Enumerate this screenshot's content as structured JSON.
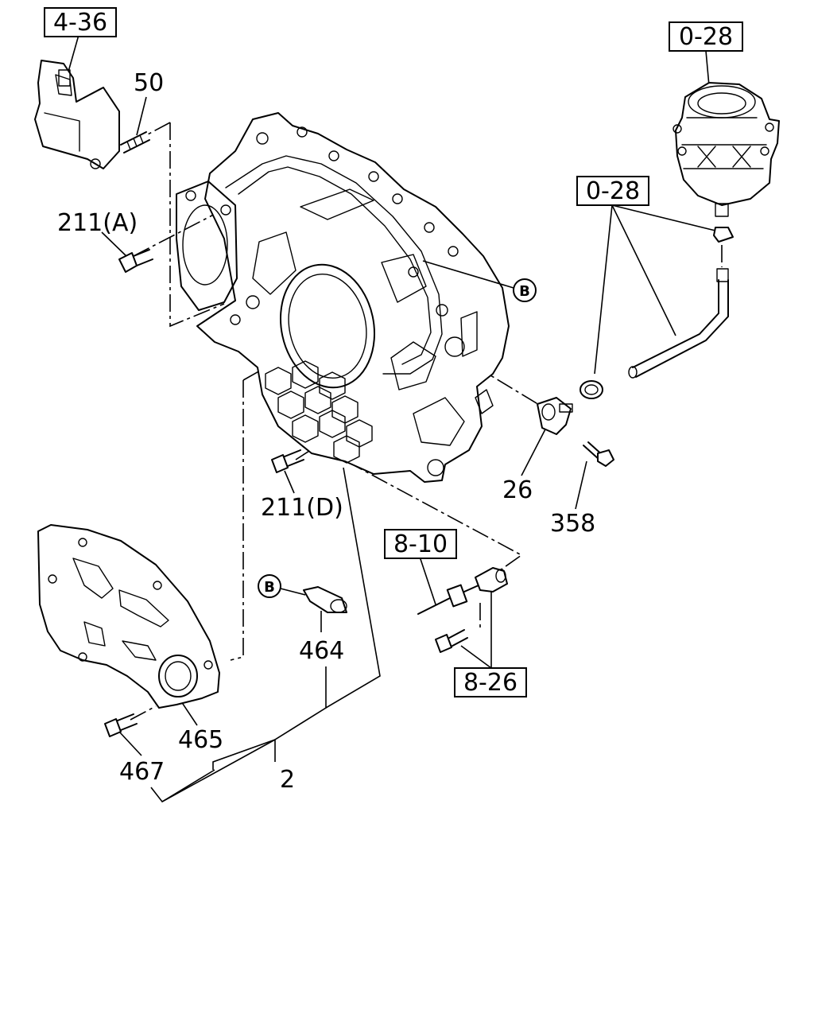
{
  "refs": {
    "r_4_36": "4-36",
    "r_0_28_top": "0-28",
    "r_0_28_mid": "0-28",
    "r_8_10": "8-10",
    "r_8_26": "8-26"
  },
  "parts": {
    "p50": "50",
    "p211a": "211(A)",
    "p211d": "211(D)",
    "p26": "26",
    "p358": "358",
    "p464": "464",
    "p465": "465",
    "p467": "467",
    "p2": "2"
  },
  "bubbles": {
    "b1": "B",
    "b2": "B"
  }
}
